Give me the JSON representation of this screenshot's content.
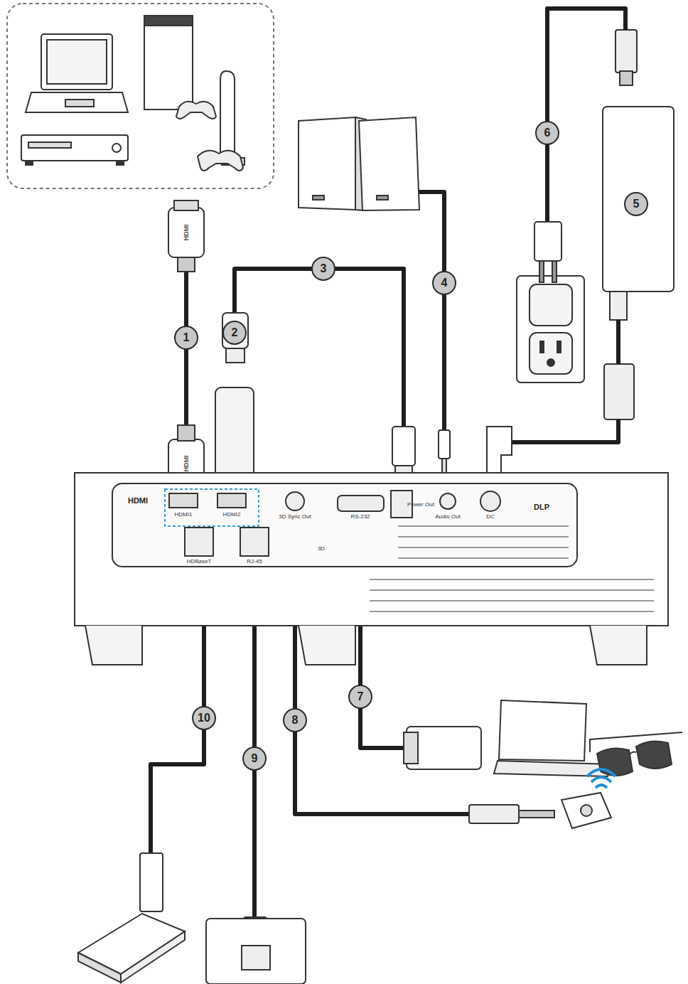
{
  "diagram": {
    "labels": [
      "1",
      "2",
      "3",
      "4",
      "5",
      "6",
      "7",
      "8",
      "9",
      "10",
      "HDMI",
      "HDMI",
      "HDMI",
      "HDMI1",
      "HDMI2",
      "HDBaseT",
      "RJ-45",
      "3D Sync Out",
      "3D",
      "RS-232",
      "Power Out",
      "Audio Out",
      "DC",
      "DLP"
    ]
  }
}
